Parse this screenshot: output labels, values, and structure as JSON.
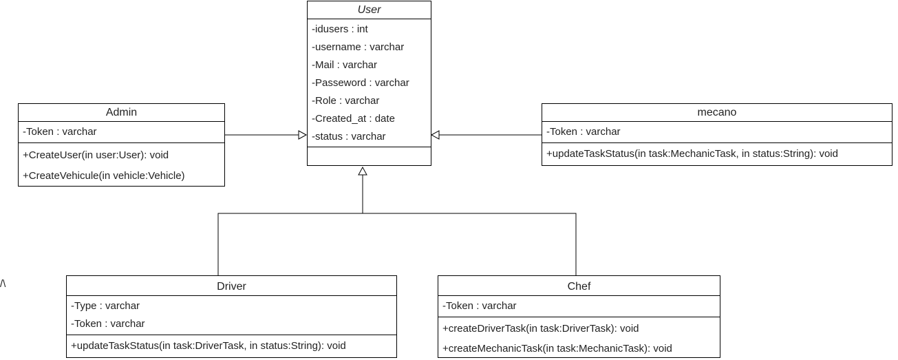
{
  "classes": {
    "user": {
      "name": "User",
      "attributes": [
        "-idusers : int",
        "-username : varchar",
        "-Mail : varchar",
        "-Passeword : varchar",
        "-Role : varchar",
        "-Created_at : date",
        "-status : varchar"
      ],
      "operations": []
    },
    "admin": {
      "name": "Admin",
      "attributes": [
        "-Token : varchar"
      ],
      "operations": [
        "+CreateUser(in user:User): void",
        "+CreateVehicule(in vehicle:Vehicle)"
      ]
    },
    "mecano": {
      "name": "mecano",
      "attributes": [
        "-Token : varchar"
      ],
      "operations": [
        "+updateTaskStatus(in task:MechanicTask, in status:String): void"
      ]
    },
    "driver": {
      "name": "Driver",
      "attributes": [
        "-Type : varchar",
        "-Token : varchar"
      ],
      "operations": [
        "+updateTaskStatus(in task:DriverTask, in status:String): void"
      ]
    },
    "chef": {
      "name": "Chef",
      "attributes": [
        "-Token : varchar"
      ],
      "operations": [
        "+createDriverTask(in task:DriverTask): void",
        "+createMechanicTask(in task:MechanicTask): void"
      ]
    }
  },
  "stray_glyph": "/\\"
}
